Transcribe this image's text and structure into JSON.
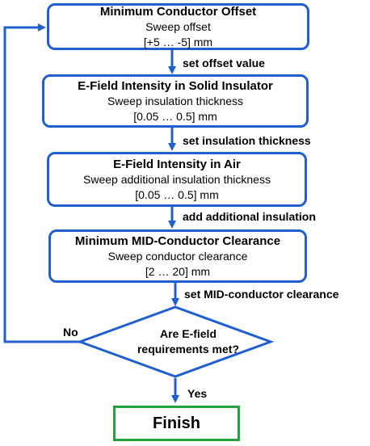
{
  "colors": {
    "box_border": "#1f5fce",
    "arrow": "#1f5fce",
    "finish_border": "#22a33a"
  },
  "steps": [
    {
      "title": "Minimum  Conductor Offset",
      "line1": "Sweep offset",
      "line2": "[+5 … -5] mm"
    },
    {
      "title": "E-Field Intensity in Solid Insulator",
      "line1": "Sweep insulation thickness",
      "line2": "[0.05 … 0.5] mm"
    },
    {
      "title": "E-Field Intensity in Air",
      "line1": "Sweep additional insulation thickness",
      "line2": "[0.05 … 0.5] mm"
    },
    {
      "title": "Minimum MID-Conductor Clearance",
      "line1": "Sweep conductor  clearance",
      "line2": "[2 … 20] mm"
    }
  ],
  "transitions": [
    "set offset value",
    "set insulation thickness",
    "add additional insulation",
    "set MID-conductor clearance"
  ],
  "decision": {
    "line1": "Are E-field",
    "line2": "requirements met?",
    "no_label": "No",
    "yes_label": "Yes"
  },
  "finish_label": "Finish"
}
